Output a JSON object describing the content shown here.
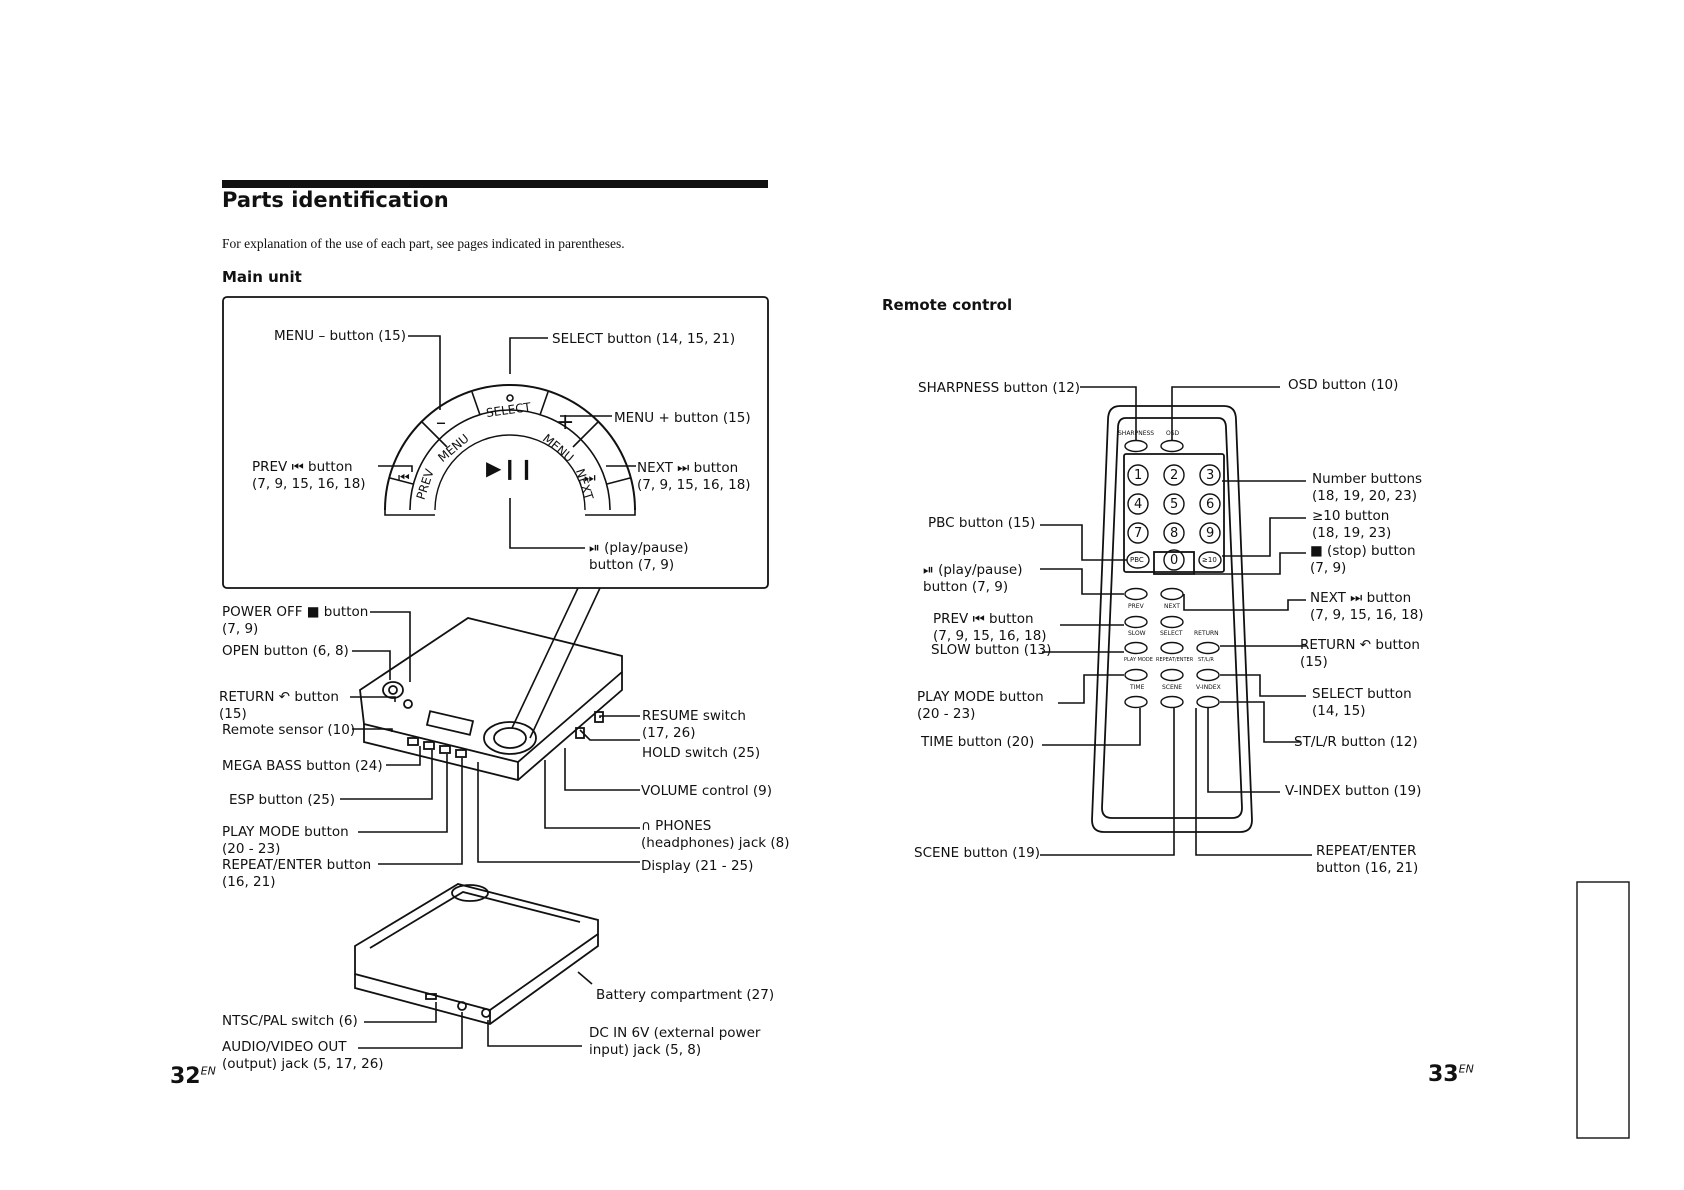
{
  "title": "Parts identification",
  "intro": "For explanation of the use of each part, see pages indicated in parentheses.",
  "main_unit": {
    "heading": "Main unit",
    "inset": {
      "menu_minus": "MENU – button (15)",
      "select": "SELECT button (14, 15, 21)",
      "menu_plus": "MENU + button (15)",
      "prev_1": "PREV ⏮ button",
      "prev_2": "(7, 9, 15, 16, 18)",
      "next_1": "NEXT ⏭ button",
      "next_2": "(7, 9, 15, 16, 18)",
      "play_1": "⏯ (play/pause)",
      "play_2": "button (7, 9)",
      "dial": {
        "select": "SELECT",
        "menu_left": "MENU",
        "menu_right": "MENU",
        "prev": "PREV",
        "next": "NEXT",
        "minus": "–",
        "plus": "+",
        "play_icon": "▶❙❙",
        "prev_icon": "⏮",
        "next_icon": "⏭"
      }
    },
    "labels": {
      "power_off_1": "POWER OFF ■ button",
      "power_off_2": "(7, 9)",
      "open": "OPEN button (6, 8)",
      "return_1": "RETURN ↶ button",
      "return_2": "(15)",
      "remote_sensor": "Remote sensor (10)",
      "mega_bass": "MEGA BASS button (24)",
      "esp": "ESP button (25)",
      "play_mode_1": "PLAY MODE button",
      "play_mode_2": "(20 - 23)",
      "repeat_1": "REPEAT/ENTER button",
      "repeat_2": "(16, 21)",
      "resume_1": "RESUME switch",
      "resume_2": "(17, 26)",
      "hold": "HOLD switch (25)",
      "volume": "VOLUME control (9)",
      "phones_1": "∩ PHONES",
      "phones_2": "(headphones) jack (8)",
      "display": "Display (21 - 25)",
      "battery": "Battery compartment (27)",
      "ntsc": "NTSC/PAL switch (6)",
      "av_out_1": "AUDIO/VIDEO OUT",
      "av_out_2": "(output) jack (5, 17, 26)",
      "dc_in_1": "DC IN 6V (external power",
      "dc_in_2": "input) jack (5, 8)"
    }
  },
  "remote": {
    "heading": "Remote control",
    "labels": {
      "sharpness": "SHARPNESS button (12)",
      "osd": "OSD button (10)",
      "number_1": "Number buttons",
      "number_2": "(18, 19, 20, 23)",
      "ge10_1": "≥10 button",
      "ge10_2": "(18, 19, 23)",
      "stop_1": "■ (stop) button",
      "stop_2": "(7, 9)",
      "pbc": "PBC button (15)",
      "play_1": "⏯ (play/pause)",
      "play_2": "button (7, 9)",
      "next_1": "NEXT ⏭ button",
      "next_2": "(7, 9, 15, 16, 18)",
      "prev_1": "PREV ⏮ button",
      "prev_2": "(7, 9, 15, 16, 18)",
      "slow": "SLOW button (13)",
      "return_1": "RETURN ↶ button",
      "return_2": "(15)",
      "play_mode_1": "PLAY MODE button",
      "play_mode_2": "(20 - 23)",
      "select_1": "SELECT button",
      "select_2": "(14, 15)",
      "time": "TIME button (20)",
      "stlr": "ST/L/R button (12)",
      "vindex": "V-INDEX button (19)",
      "scene": "SCENE button (19)",
      "repeat_1": "REPEAT/ENTER",
      "repeat_2": "button (16, 21)"
    },
    "keys": {
      "sharpness": "SHARPNESS",
      "osd": "OSD",
      "n1": "1",
      "n2": "2",
      "n3": "3",
      "n4": "4",
      "n5": "5",
      "n6": "6",
      "n7": "7",
      "n8": "8",
      "n9": "9",
      "n0": "0",
      "pbc": "PBC",
      "ge10": "≥10",
      "prev": "PREV",
      "next": "NEXT",
      "slow": "SLOW",
      "select": "SELECT",
      "return": "RETURN",
      "play_mode": "PLAY MODE",
      "repeat": "REPEAT/ENTER",
      "stlr": "ST/L/R",
      "time": "TIME",
      "scene": "SCENE",
      "vindex": "V-INDEX"
    }
  },
  "page_left": "32",
  "page_right": "33",
  "page_suffix": "EN"
}
